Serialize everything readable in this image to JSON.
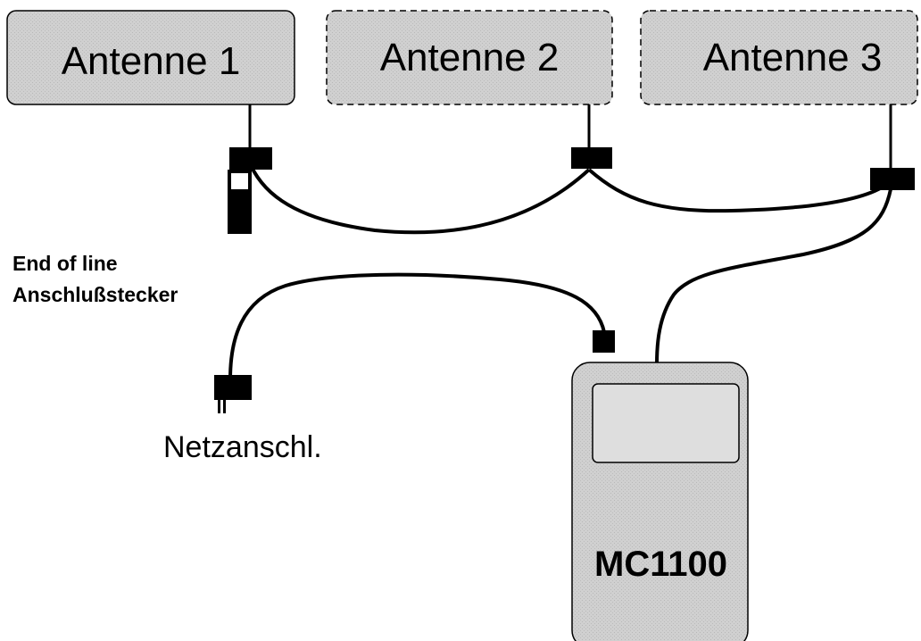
{
  "antennas": [
    {
      "label": "Antenne 1",
      "style": "solid"
    },
    {
      "label": "Antenne 2",
      "style": "dashed"
    },
    {
      "label": "Antenne 3",
      "style": "dashed"
    }
  ],
  "end_of_line": {
    "line1": "End of line",
    "line2": "Anschlußstecker"
  },
  "power": {
    "label": "Netzanschl."
  },
  "device": {
    "label": "MC1100"
  },
  "colors": {
    "box_fill": "#d4d4d4",
    "line": "#000000",
    "background": "#ffffff"
  }
}
